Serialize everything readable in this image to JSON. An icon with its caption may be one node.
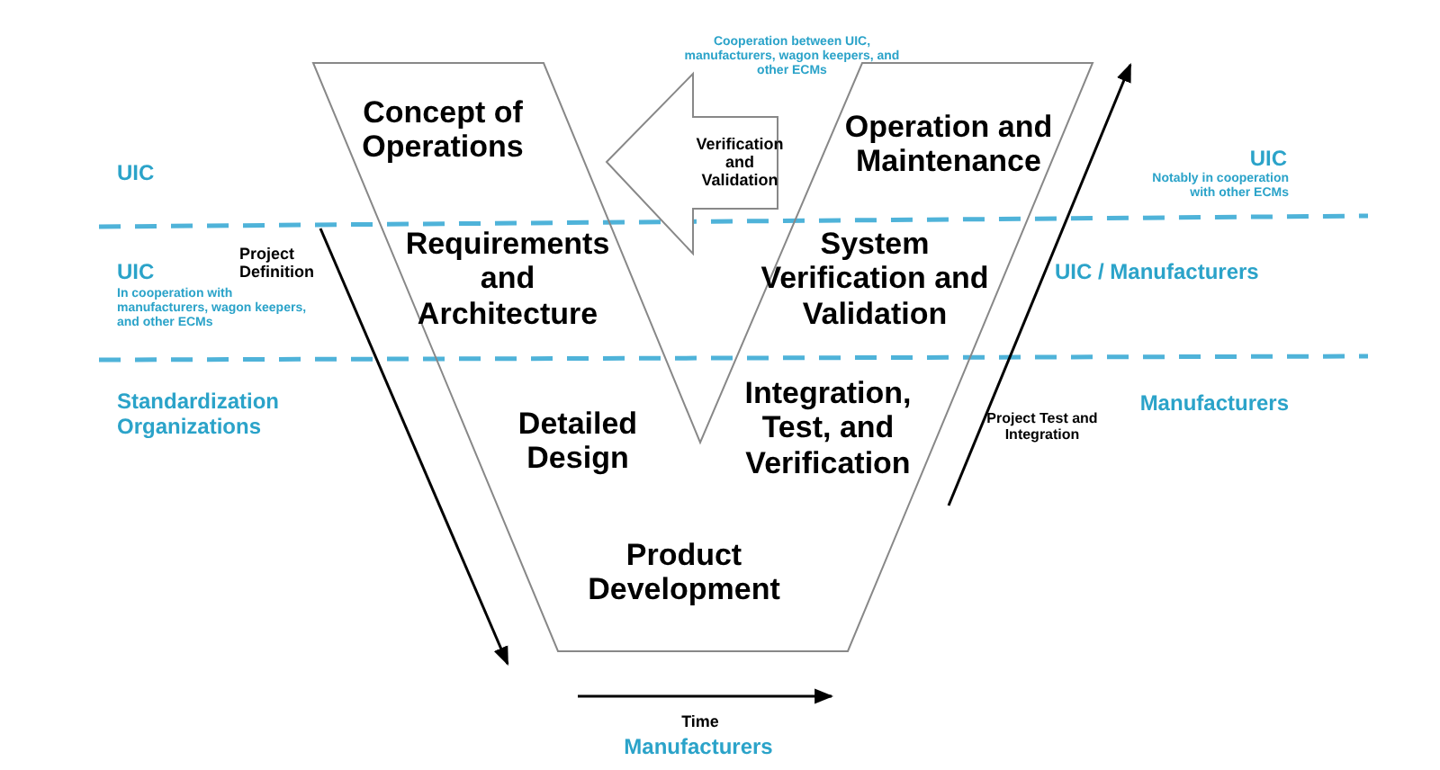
{
  "diagram": {
    "nodes": [
      {
        "text": [
          "Concept of Operations",
          "Requirements and Architecture",
          "Detailed Design",
          "Product Development",
          "Integration, Test, and Verification",
          "System Verification and Validation",
          "Operation and Maintenance"
        ]
      },
      {
        "text": [
          "Verification and Validation"
        ],
        "beside": [
          "Cooperation between UIC, manufacturers, wagon keepers, and other ECMs"
        ]
      }
    ],
    "labels": [
      "UIC",
      "Project Definition",
      "UIC",
      "In cooperation with manufacturers, wagon keepers, and other ECMs",
      "Standardization Organizations",
      "UIC",
      "Notably in cooperation with other ECMs",
      "UIC / Manufacturers",
      "Manufacturers",
      "Project Test and Integration",
      "Time",
      "Manufacturers"
    ]
  }
}
